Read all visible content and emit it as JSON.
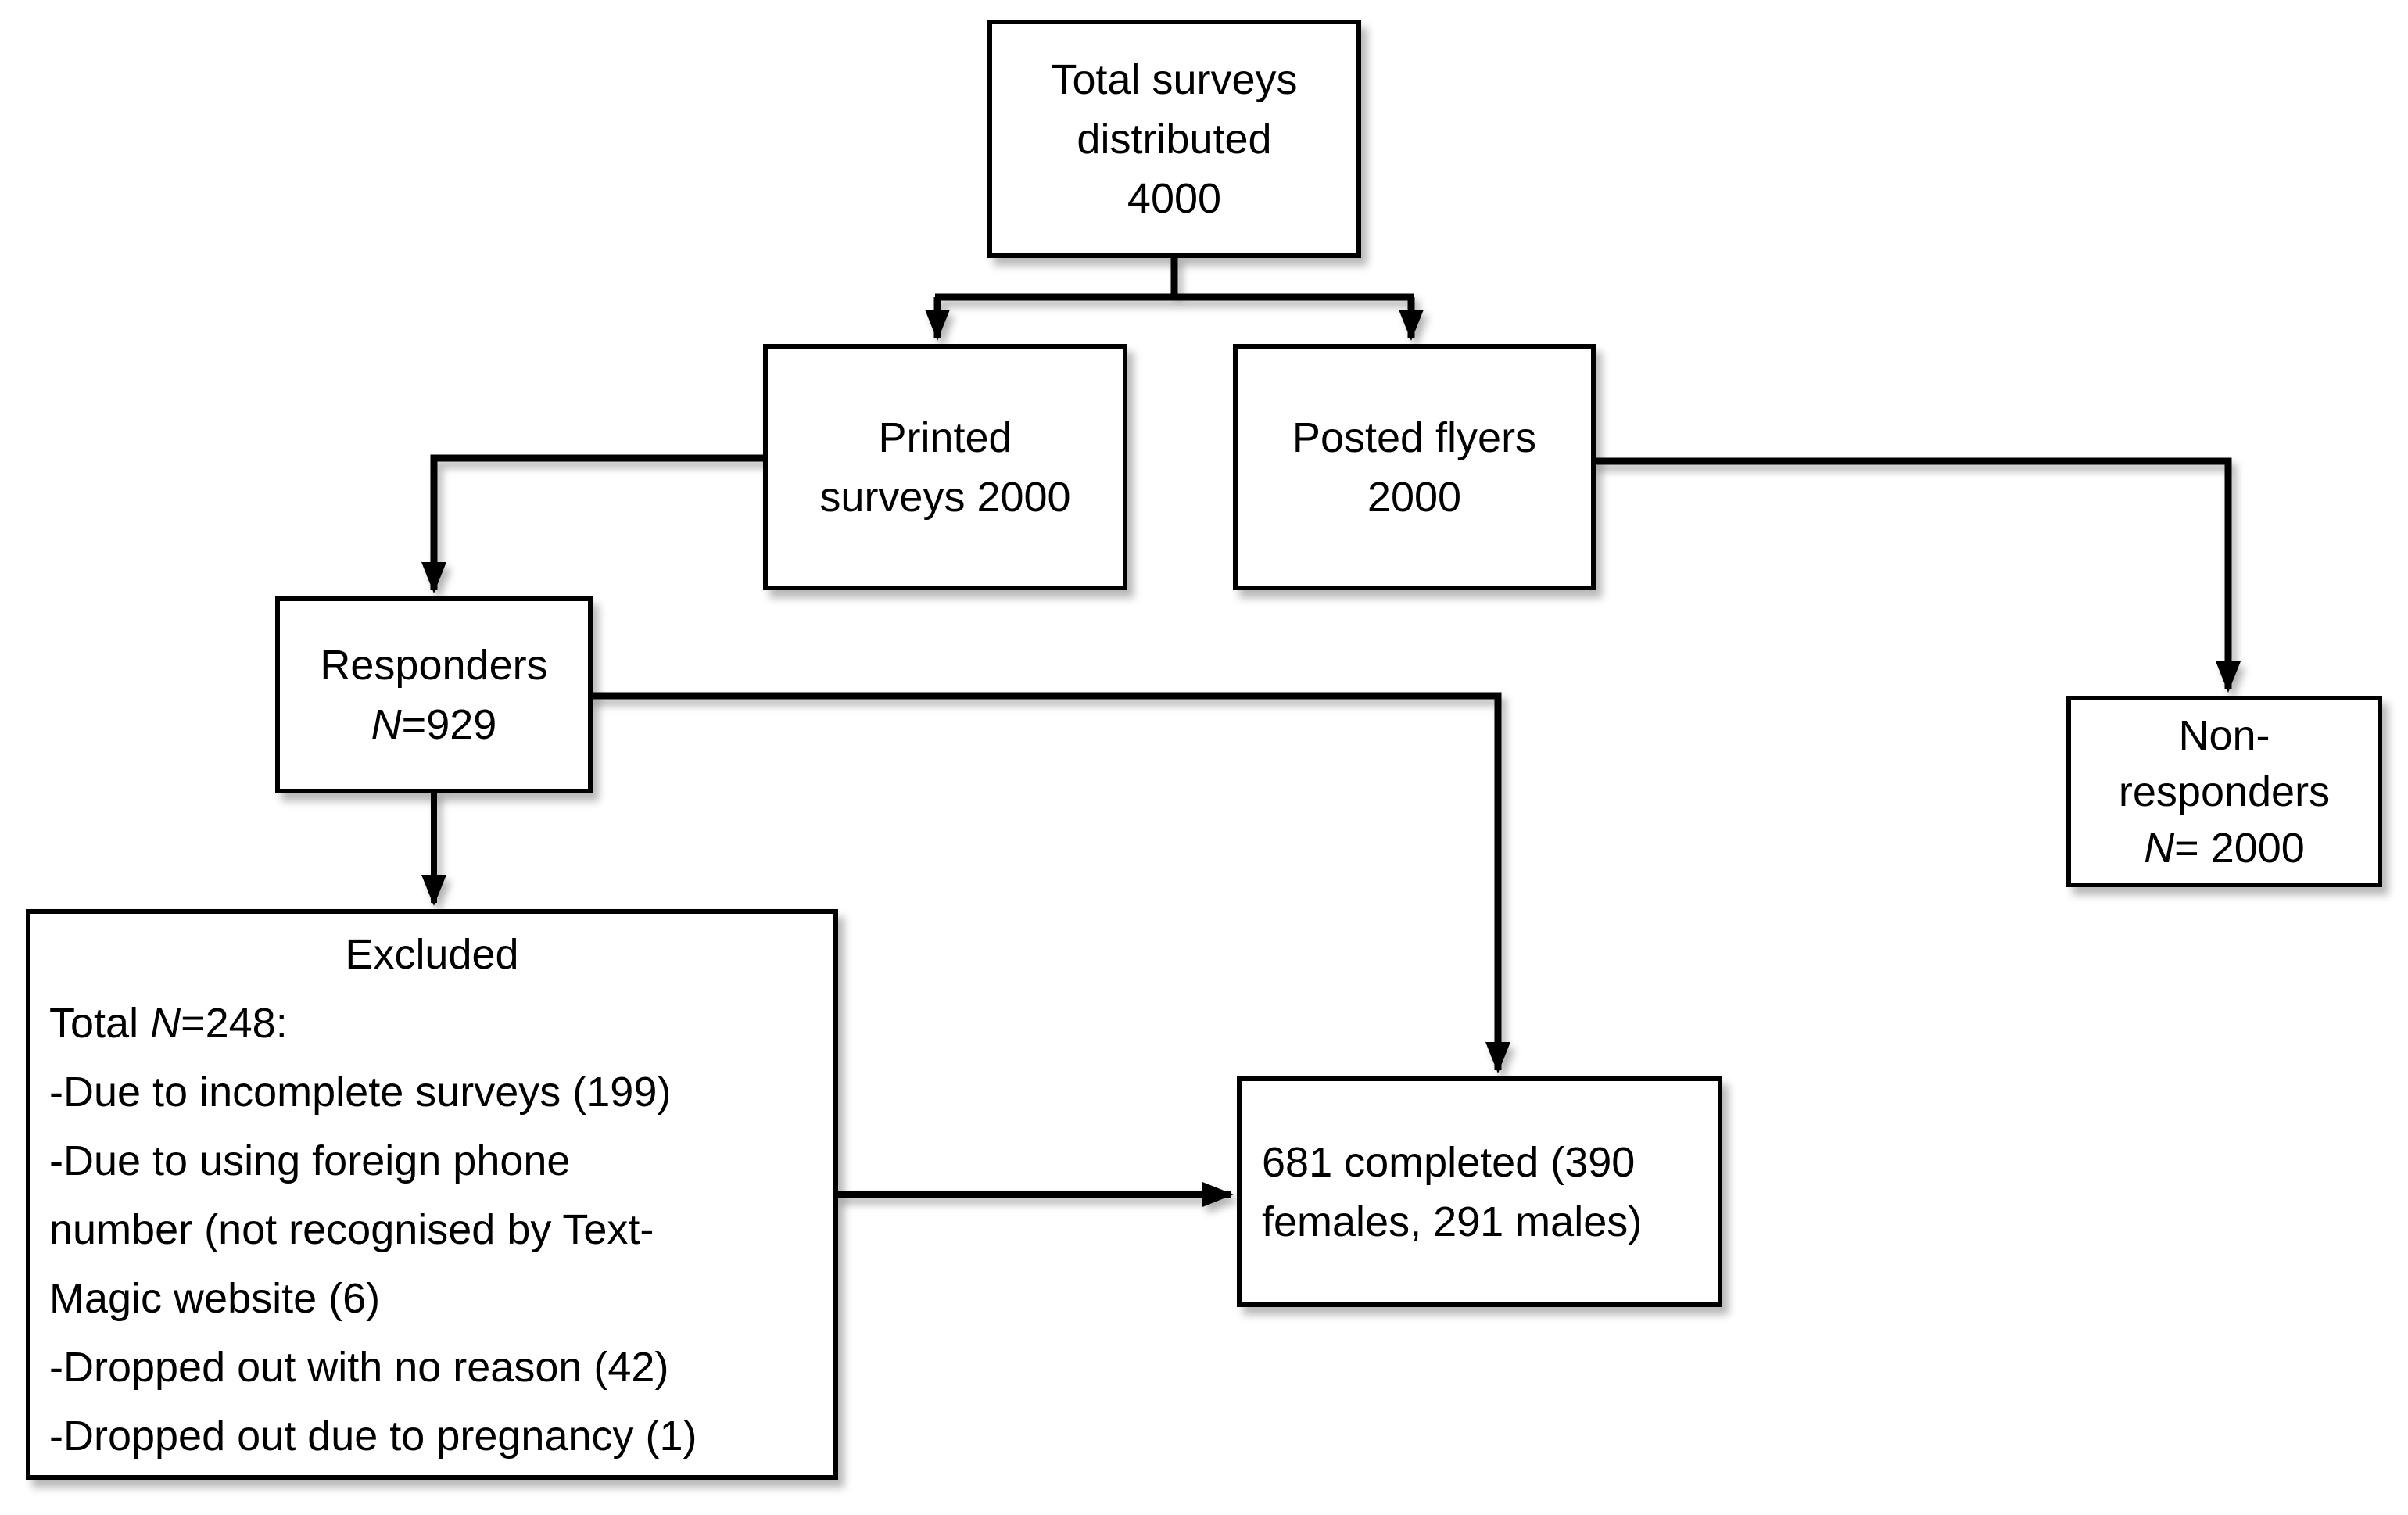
{
  "boxes": {
    "total": {
      "lines": [
        "Total surveys",
        "distributed",
        "4000"
      ]
    },
    "printed": {
      "lines": [
        "Printed",
        "surveys 2000"
      ]
    },
    "posted": {
      "lines": [
        "Posted flyers",
        "2000"
      ]
    },
    "responders": {
      "line1": "Responders",
      "n_italic": "N",
      "n_rest": "=929"
    },
    "non_responders": {
      "line1": "Non-",
      "line2": "responders",
      "n_italic": "N",
      "n_rest": "= 2000"
    },
    "excluded": {
      "title": "Excluded",
      "total_prefix": "Total ",
      "total_n": "N",
      "total_rest": "=248:",
      "body_lines": [
        "-Due to incomplete surveys (199)",
        "-Due to using foreign phone",
        "number (not recognised by Text-",
        "Magic website (6)",
        "-Dropped out with no reason (42)",
        "-Dropped out due to pregnancy (1)"
      ]
    },
    "completed": {
      "line1": "681 completed (390",
      "line2": "females, 291 males)"
    }
  },
  "colors": {
    "background": "#ffffff",
    "line": "#000000",
    "box_border": "#000000",
    "text": "#000000"
  }
}
